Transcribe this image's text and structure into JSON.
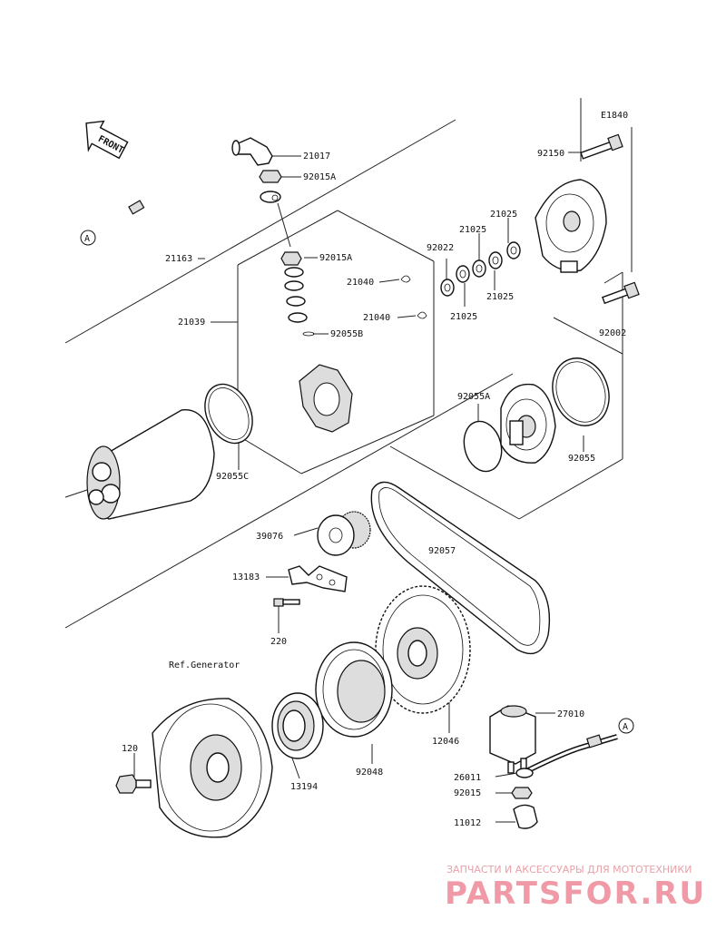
{
  "diagram_code": "E1840",
  "front_arrow_text": "FRONT",
  "ref_text": "Ref.Generator",
  "connector_marker": "A",
  "parts": {
    "p21017": "21017",
    "p92015A_top": "92015A",
    "p21163": "21163",
    "p92015A_mid": "92015A",
    "p21039": "21039",
    "p21040_a": "21040",
    "p21040_b": "21040",
    "p92055B": "92055B",
    "p92022": "92022",
    "p21025_a": "21025",
    "p21025_b": "21025",
    "p21025_c": "21025",
    "p21025_d": "21025",
    "p92150": "92150",
    "p92002": "92002",
    "p92055A": "92055A",
    "p92055": "92055",
    "p92055C": "92055C",
    "p39076": "39076",
    "p92057": "92057",
    "p13183": "13183",
    "p220": "220",
    "p12046": "12046",
    "p27010": "27010",
    "p120": "120",
    "p13194": "13194",
    "p92048": "92048",
    "p26011": "26011",
    "p92015": "92015",
    "p11012": "11012"
  },
  "watermark": {
    "line1": "ЗАПЧАСТИ И АКСЕССУАРЫ ДЛЯ МОТОТЕХНИКИ",
    "line2": "PARTSFOR.RU"
  }
}
